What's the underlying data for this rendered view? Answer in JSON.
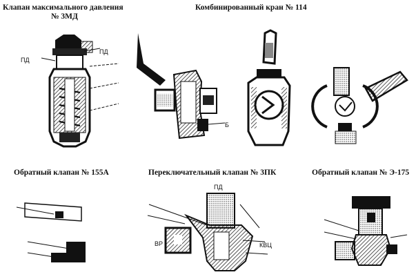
{
  "titles": {
    "valve_3md_line1": "Клапан максимального давления",
    "valve_3md_line2": "№ 3МД",
    "crane_114": "Комбинированный кран № 114",
    "check_155a": "Обратный клапан № 155А",
    "switch_3pk": "Переключательный клапан № 3ПК",
    "check_e175": "Обратный клапан № Э-175"
  },
  "labels": {
    "pd": "ПД",
    "pd_right": "ПД",
    "b": "Б",
    "pd_center": "ПД",
    "vr": "ВР",
    "kvts": "КВЦ"
  },
  "colors": {
    "ink": "#111111",
    "paper": "#ffffff",
    "shade": "#555555"
  }
}
